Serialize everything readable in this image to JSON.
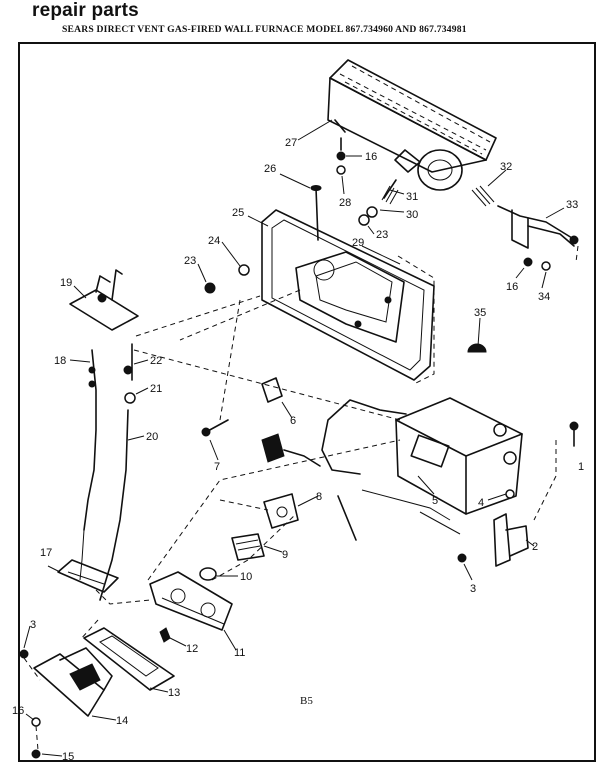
{
  "header": {
    "title": "repair parts",
    "subtitle": "SEARS DIRECT VENT GAS-FIRED WALL FURNACE MODEL 867.734960 AND 867.734981"
  },
  "page_label": "B5",
  "part_numbers": {
    "p1": "1",
    "p2": "2",
    "p3a": "3",
    "p3b": "3",
    "p4": "4",
    "p5": "5",
    "p6": "6",
    "p7": "7",
    "p8": "8",
    "p9": "9",
    "p10": "10",
    "p11": "11",
    "p12": "12",
    "p13": "13",
    "p14": "14",
    "p15": "15",
    "p16a": "16",
    "p16b": "16",
    "p16c": "16",
    "p17": "17",
    "p18": "18",
    "p19": "19",
    "p20": "20",
    "p21": "21",
    "p22": "22",
    "p23a": "23",
    "p23b": "23",
    "p24": "24",
    "p25": "25",
    "p26": "26",
    "p27": "27",
    "p28": "28",
    "p29": "29",
    "p30": "30",
    "p31": "31",
    "p32": "32",
    "p33": "33",
    "p34": "34",
    "p35": "35"
  }
}
